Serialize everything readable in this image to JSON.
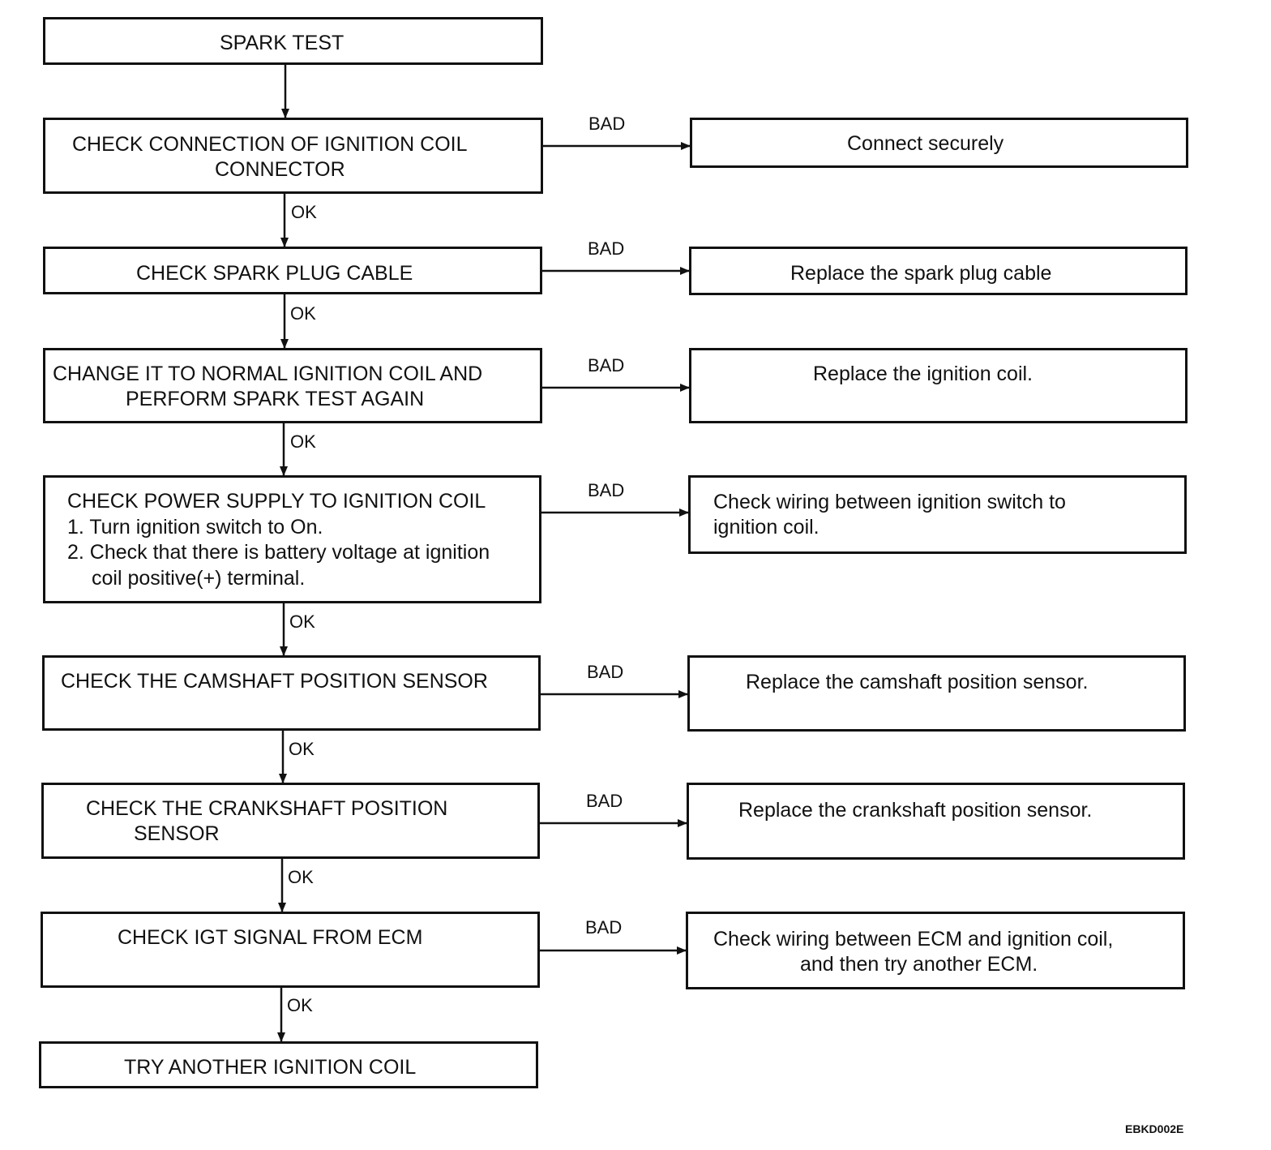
{
  "flow": {
    "start": "SPARK TEST",
    "steps": [
      {
        "check_lines": [
          "CHECK CONNECTION OF IGNITION COIL",
          "CONNECTOR"
        ],
        "bad_label": "BAD",
        "remedy_lines": [
          "Connect securely"
        ],
        "ok_label": "OK"
      },
      {
        "check_lines": [
          "CHECK SPARK PLUG CABLE"
        ],
        "bad_label": "BAD",
        "remedy_lines": [
          "Replace the spark plug cable"
        ],
        "ok_label": "OK"
      },
      {
        "check_lines": [
          "CHANGE IT TO NORMAL IGNITION COIL AND",
          "PERFORM SPARK TEST AGAIN"
        ],
        "bad_label": "BAD",
        "remedy_lines": [
          "Replace the ignition coil."
        ],
        "ok_label": "OK"
      },
      {
        "check_lines": [
          "CHECK POWER SUPPLY TO IGNITION COIL",
          "1. Turn ignition switch to On.",
          "2. Check that there is battery voltage at ignition",
          "coil positive(+) terminal."
        ],
        "bad_label": "BAD",
        "remedy_lines": [
          "Check wiring between ignition switch to",
          "ignition coil."
        ],
        "ok_label": "OK"
      },
      {
        "check_lines": [
          "CHECK THE CAMSHAFT POSITION SENSOR"
        ],
        "bad_label": "BAD",
        "remedy_lines": [
          "Replace the camshaft position sensor."
        ],
        "ok_label": "OK"
      },
      {
        "check_lines": [
          "CHECK THE CRANKSHAFT POSITION",
          "SENSOR"
        ],
        "bad_label": "BAD",
        "remedy_lines": [
          "Replace the crankshaft position sensor."
        ],
        "ok_label": "OK"
      },
      {
        "check_lines": [
          "CHECK IGT SIGNAL FROM ECM"
        ],
        "bad_label": "BAD",
        "remedy_lines": [
          "Check wiring between ECM and ignition coil,",
          "and then try another ECM."
        ],
        "ok_label": "OK"
      }
    ],
    "end": "TRY ANOTHER IGNITION COIL"
  },
  "figure_code": "EBKD002E"
}
